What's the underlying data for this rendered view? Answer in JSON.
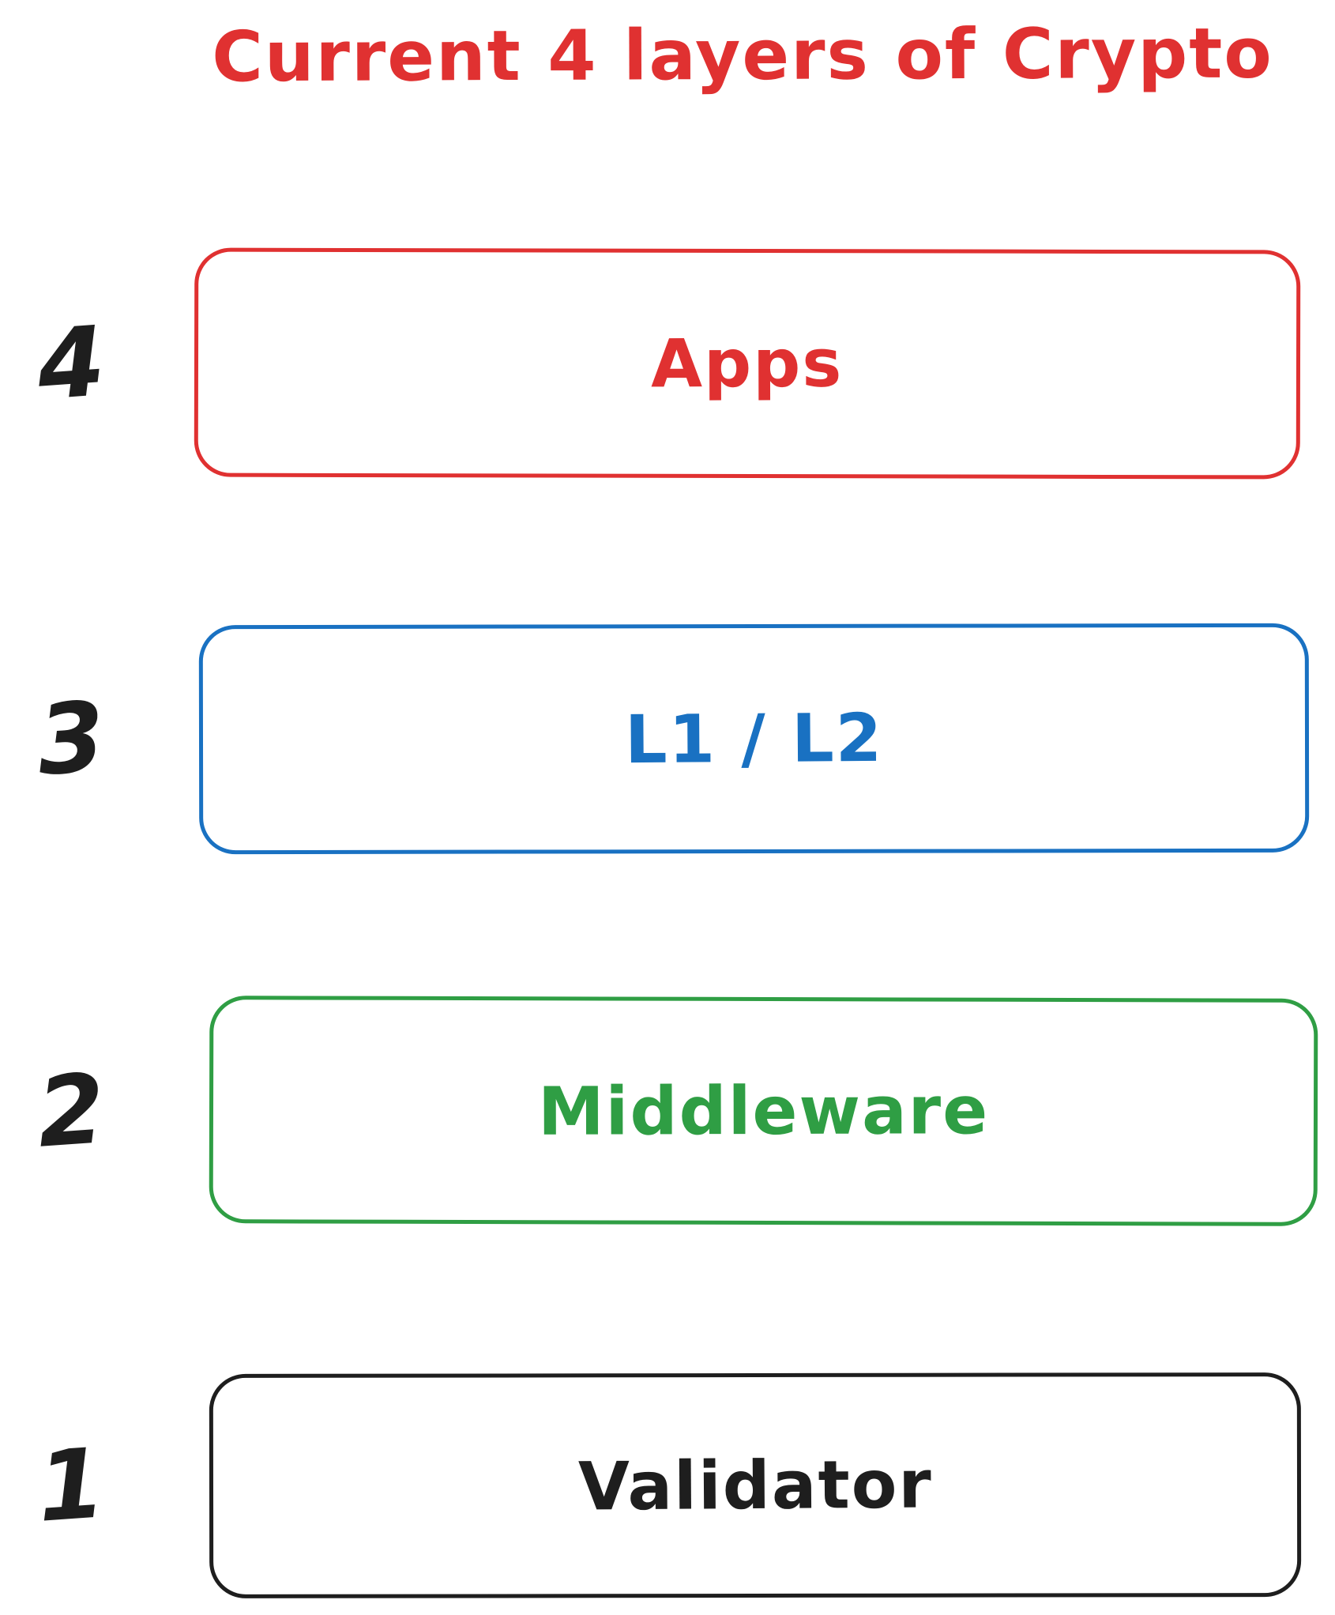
{
  "title": "Current 4 layers of Crypto",
  "colors": {
    "title": "#e03131",
    "red": "#e03131",
    "blue": "#1971c2",
    "green": "#2f9e44",
    "ink": "#1e1e1e",
    "background": "#ffffff"
  },
  "layers": [
    {
      "number": "4",
      "label": "Apps",
      "color": "#e03131"
    },
    {
      "number": "3",
      "label": "L1 / L2",
      "color": "#1971c2"
    },
    {
      "number": "2",
      "label": "Middleware",
      "color": "#2f9e44"
    },
    {
      "number": "1",
      "label": "Validator",
      "color": "#1e1e1e"
    }
  ]
}
